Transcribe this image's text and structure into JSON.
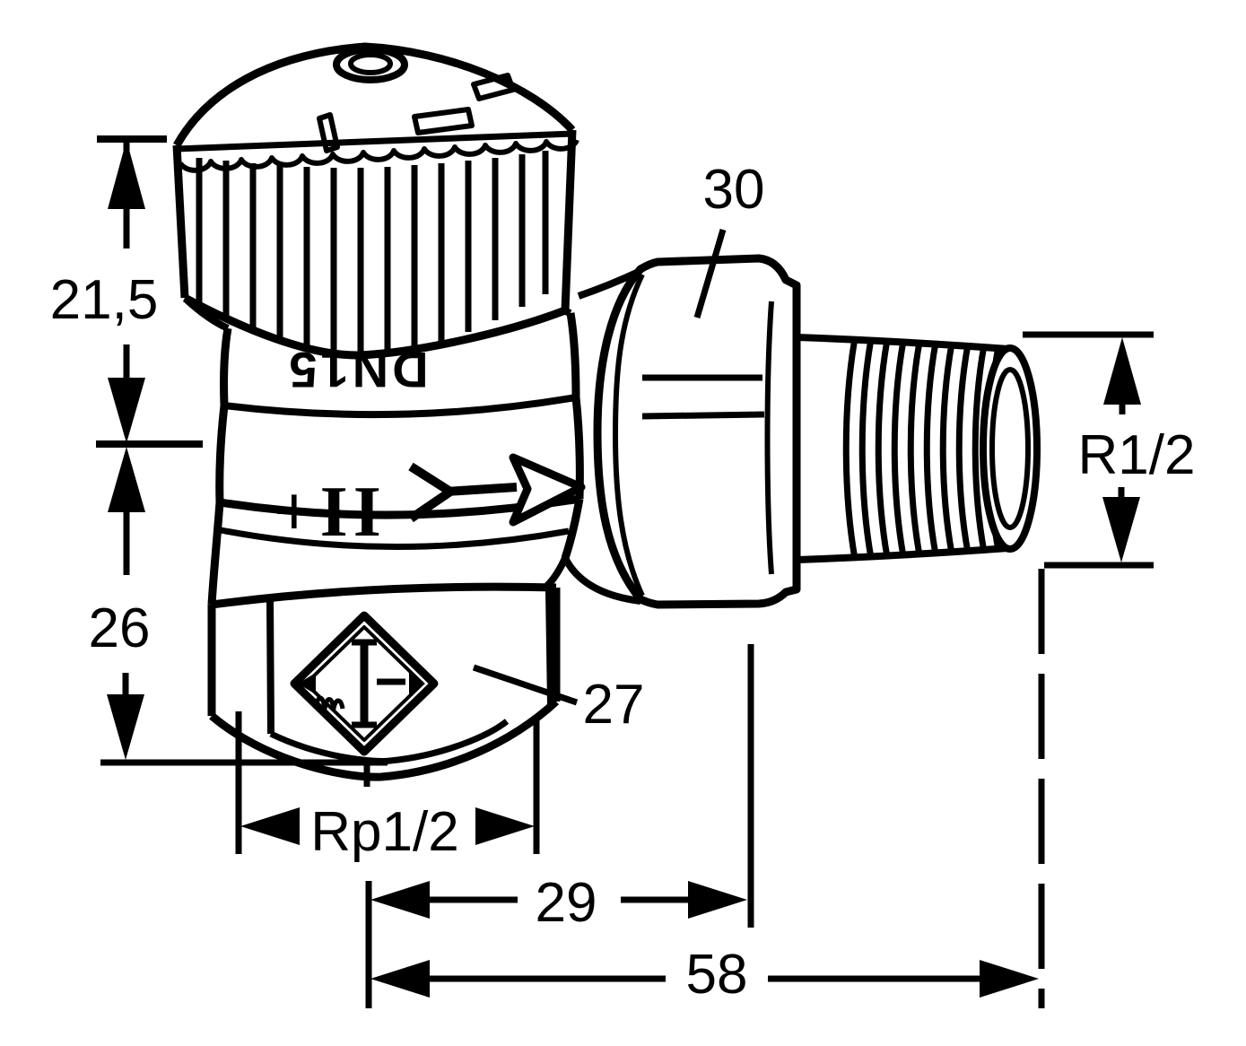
{
  "drawing": {
    "background_color": "#ffffff",
    "line_color": "#000000",
    "dimension_labels": {
      "head_height": "21,5",
      "body_height": "26",
      "union_nut_size": "30",
      "hex_size": "27",
      "female_thread": "Rp1/2",
      "side_length": "29",
      "total_length": "58",
      "male_thread": "R1/2"
    },
    "engravings": {
      "nominal_diameter": "DN15",
      "presetting_mark": "+II"
    }
  }
}
